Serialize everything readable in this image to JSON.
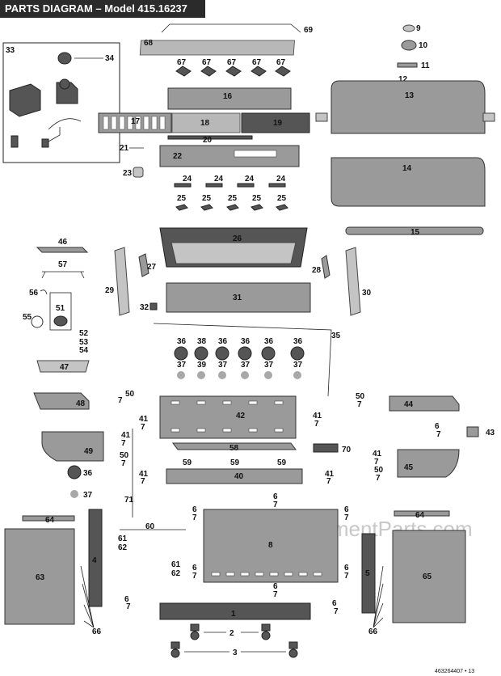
{
  "header": {
    "title": "PARTS DIAGRAM – Model 415.16237"
  },
  "watermark": "eReplacementParts.com",
  "footer": "463264407 • 13",
  "labels": {
    "l1": "1",
    "l2": "2",
    "l3": "3",
    "l4": "4",
    "l5": "5",
    "l6": "6",
    "l7": "7",
    "l8": "8",
    "l9": "9",
    "l10": "10",
    "l11": "11",
    "l12": "12",
    "l13": "13",
    "l14": "14",
    "l15": "15",
    "l16": "16",
    "l17": "17",
    "l18": "18",
    "l19": "19",
    "l20": "20",
    "l21": "21",
    "l22": "22",
    "l23": "23",
    "l24": "24",
    "l25": "25",
    "l26": "26",
    "l27": "27",
    "l28": "28",
    "l29": "29",
    "l30": "30",
    "l31": "31",
    "l32": "32",
    "l33": "33",
    "l34": "34",
    "l35": "35",
    "l36": "36",
    "l37": "37",
    "l38": "38",
    "l39": "39",
    "l40": "40",
    "l41": "41",
    "l42": "42",
    "l43": "43",
    "l44": "44",
    "l45": "45",
    "l46": "46",
    "l47": "47",
    "l48": "48",
    "l49": "49",
    "l50": "50",
    "l51": "51",
    "l52": "52",
    "l53": "53",
    "l54": "54",
    "l55": "55",
    "l56": "56",
    "l57": "57",
    "l58": "58",
    "l59": "59",
    "l60": "60",
    "l61": "61",
    "l62": "62",
    "l63": "63",
    "l64": "64",
    "l65": "65",
    "l66": "66",
    "l67": "67",
    "l68": "68",
    "l69": "69",
    "l70": "70",
    "l71": "71"
  }
}
